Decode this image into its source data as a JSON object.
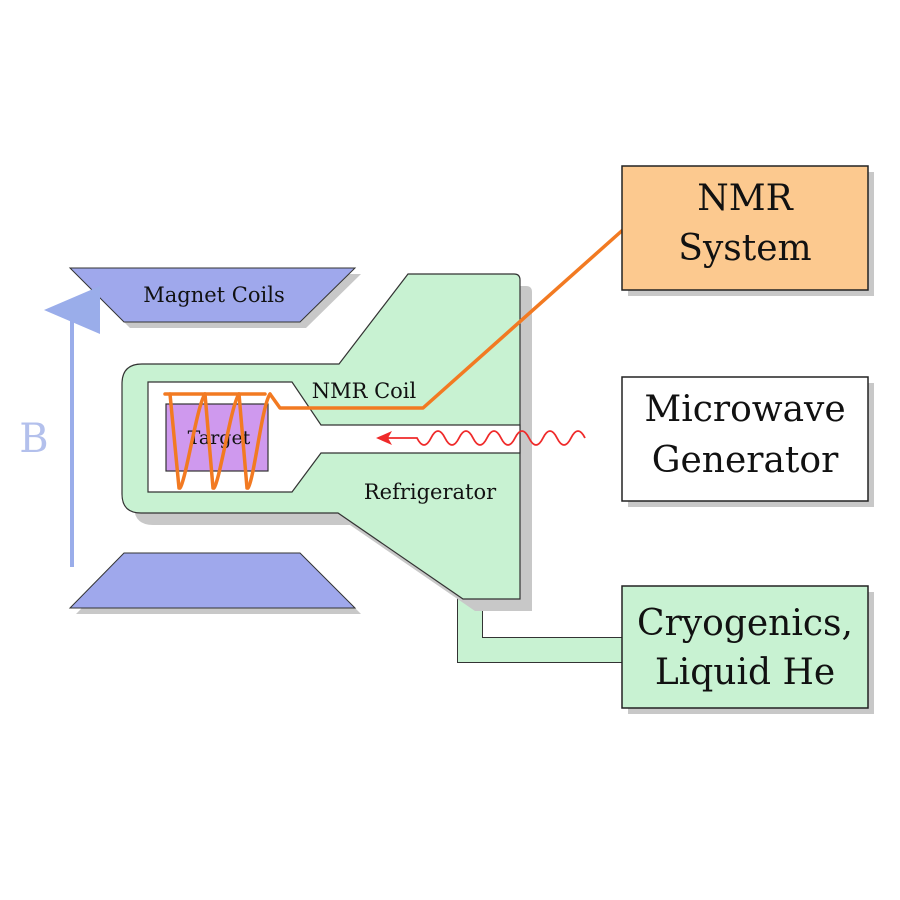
{
  "labels": {
    "magnet_coils": "Magnet Coils",
    "b_field": "B",
    "target": "Target",
    "nmr_coil": "NMR Coil",
    "refrigerator": "Refrigerator"
  },
  "boxes": {
    "nmr_system": [
      "NMR",
      "System"
    ],
    "microwave_generator": [
      "Microwave",
      "Generator"
    ],
    "cryogenics": [
      "Cryogenics,",
      "Liquid He"
    ]
  },
  "colors": {
    "magnet": "#9fa8ec",
    "refrigerator": "#c8f2d2",
    "nmr_box": "#fcc98f",
    "microwave_box": "#ffffff",
    "cryo_box": "#c8f2d2",
    "coil_wire": "#f27a22",
    "target": "#cf99ee",
    "microwave_arrow": "#ef2a2a",
    "b_arrow": "#9aadea",
    "shadow": "#c8c8c8"
  }
}
